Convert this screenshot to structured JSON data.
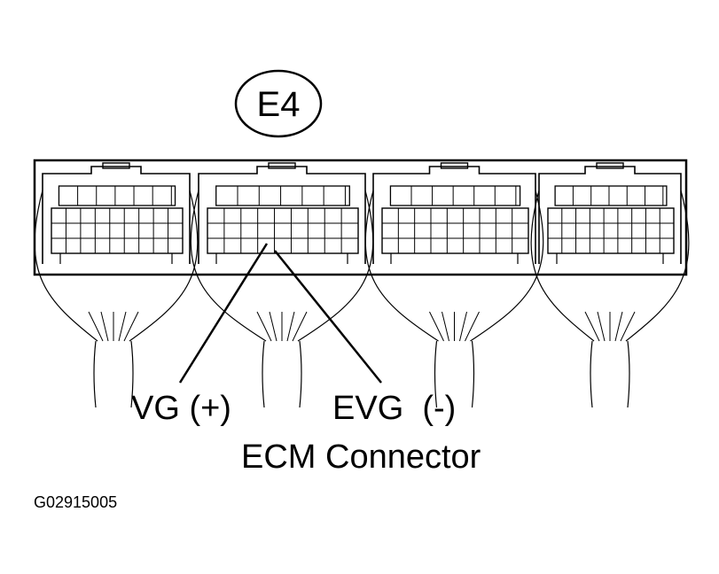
{
  "connector_id": "E4",
  "pin_labels": {
    "vg_plus": "VG (+)",
    "evg_minus": "EVG  (-)"
  },
  "caption": "ECM Connector",
  "figure_code": "G02915005"
}
